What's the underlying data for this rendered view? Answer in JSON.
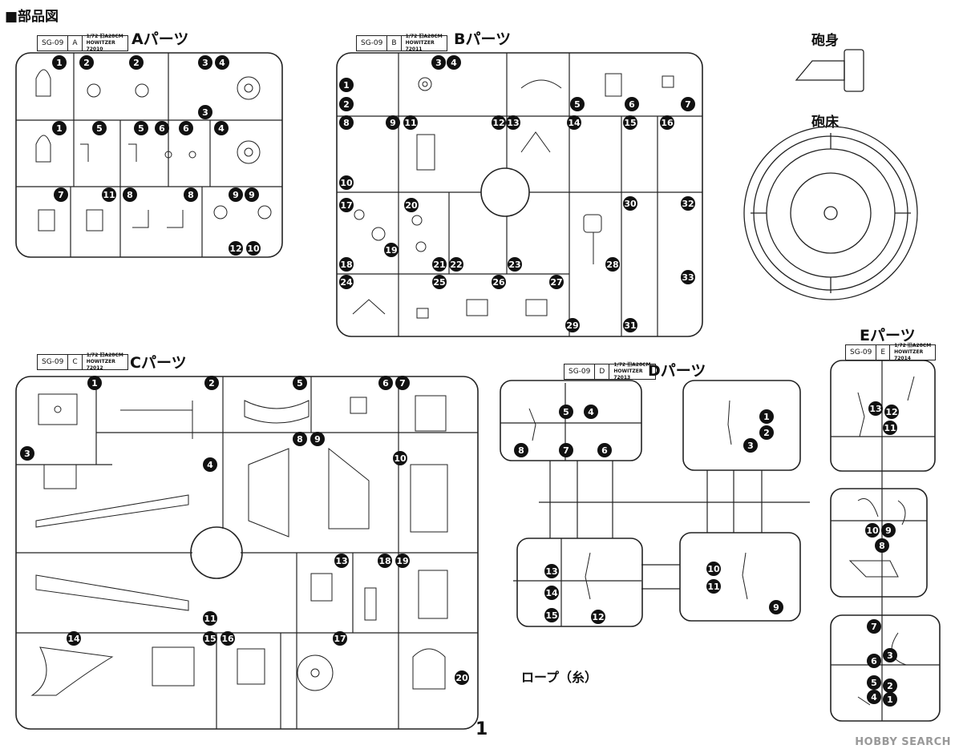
{
  "title": "■部品図",
  "sprues": {
    "A": {
      "title": "Aパーツ",
      "code": "SG-09",
      "letter": "A",
      "kit_line1": "1/72 旧A28CM",
      "kit_line2": "HOWITZER",
      "kit_line3": "72010"
    },
    "B": {
      "title": "Bパーツ",
      "code": "SG-09",
      "letter": "B",
      "kit_line1": "1/72 旧A28CM",
      "kit_line2": "HOWITZER",
      "kit_line3": "72011"
    },
    "C": {
      "title": "Cパーツ",
      "code": "SG-09",
      "letter": "C",
      "kit_line1": "1/72 旧A28CM",
      "kit_line2": "HOWITZER",
      "kit_line3": "72012"
    },
    "D": {
      "title": "Dパーツ",
      "code": "SG-09",
      "letter": "D",
      "kit_line1": "1/72 旧A28CM",
      "kit_line2": "HOWITZER",
      "kit_line3": "72013"
    },
    "E": {
      "title": "Eパーツ",
      "code": "SG-09",
      "letter": "E",
      "kit_line1": "1/72 旧A28CM",
      "kit_line2": "HOWITZER",
      "kit_line3": "72014"
    }
  },
  "parts": {
    "barrel": "砲身",
    "base": "砲床",
    "rope": "ロープ（糸）"
  },
  "page_number": "1",
  "watermark": "HOBBY SEARCH",
  "numbers": {
    "A": [
      "1",
      "2",
      "2",
      "3",
      "4",
      "3",
      "1",
      "5",
      "5",
      "6",
      "6",
      "4",
      "7",
      "11",
      "8",
      "8",
      "9",
      "9",
      "12",
      "10"
    ],
    "B": [
      "3",
      "4",
      "1",
      "2",
      "5",
      "6",
      "7",
      "8",
      "9",
      "11",
      "12",
      "13",
      "14",
      "15",
      "16",
      "10",
      "17",
      "20",
      "19",
      "18",
      "21",
      "22",
      "23",
      "28",
      "30",
      "32",
      "24",
      "25",
      "26",
      "27",
      "29",
      "31",
      "33"
    ],
    "C": [
      "1",
      "2",
      "5",
      "6",
      "7",
      "3",
      "4",
      "8",
      "9",
      "10",
      "13",
      "18",
      "19",
      "11",
      "14",
      "15",
      "16",
      "17",
      "20"
    ],
    "D": [
      "5",
      "4",
      "8",
      "7",
      "6",
      "1",
      "2",
      "3",
      "13",
      "14",
      "15",
      "12",
      "10",
      "11",
      "9"
    ],
    "E": [
      "13",
      "12",
      "11",
      "10",
      "9",
      "8",
      "7",
      "3",
      "6",
      "2",
      "5",
      "4",
      "1"
    ]
  }
}
